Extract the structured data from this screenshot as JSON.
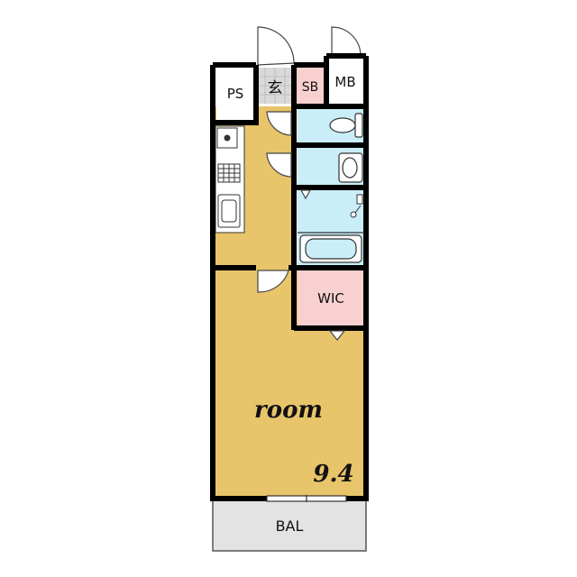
{
  "labels": {
    "ps": "PS",
    "entrance": "玄",
    "sb": "SB",
    "mb": "MB",
    "wic": "WIC",
    "room": "room",
    "room_size": "9.4",
    "balcony": "BAL"
  },
  "colors": {
    "wall": "#000000",
    "room_floor": "#e8c46a",
    "wet_area": "#c9eef7",
    "storage": "#f9d0d0",
    "balcony": "#e3e3e3",
    "entrance_tile": "#d9d9d9",
    "white": "#ffffff"
  },
  "icons": [
    "toilet-icon",
    "washbasin-icon",
    "bathtub-icon",
    "shower-icon",
    "sink-icon",
    "stove-icon",
    "washing-machine-icon",
    "door-swing-icon",
    "sliding-window-icon"
  ]
}
